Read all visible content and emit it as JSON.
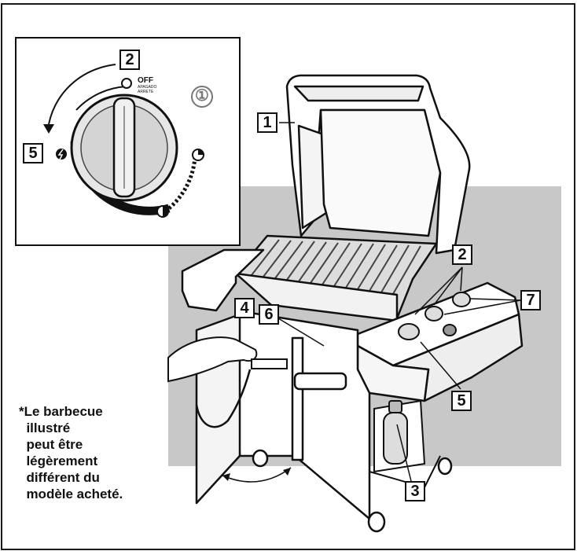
{
  "callouts": {
    "inset_2": "2",
    "inset_5": "5",
    "lid_1": "1",
    "knob_2": "2",
    "right_7": "7",
    "igniter_4": "4",
    "igniter_6": "6",
    "knob_5": "5",
    "tank_3": "3"
  },
  "inset": {
    "off_label": "OFF",
    "off_sub1": "APAGADO",
    "off_sub2": "ARRETE",
    "step_marker": "①"
  },
  "note": {
    "lines": [
      "*Le barbecue",
      "  illustré",
      "  peut être",
      "  légèrement",
      "  différent du",
      "  modèle acheté."
    ]
  }
}
